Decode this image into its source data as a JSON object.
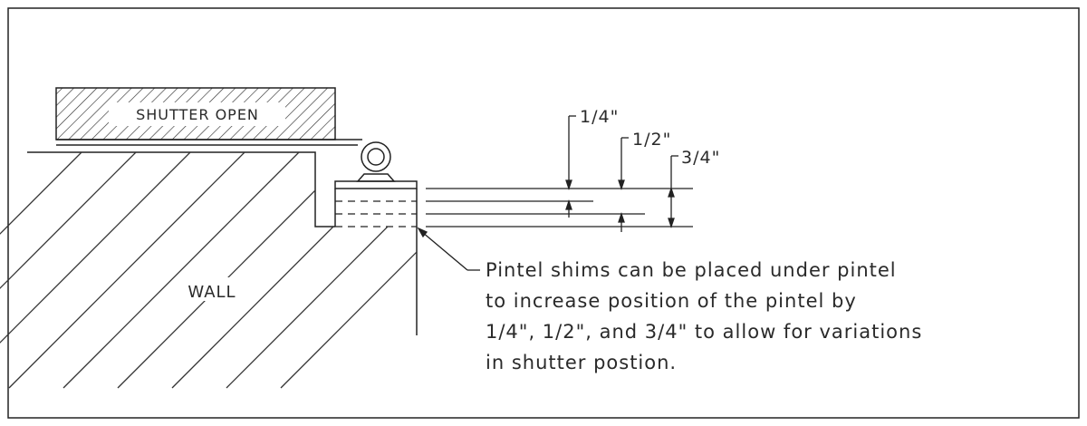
{
  "labels": {
    "shutter": "SHUTTER OPEN",
    "wall": "WALL",
    "dim_quarter": "1/4\"",
    "dim_half": "1/2\"",
    "dim_three_quarter": "3/4\""
  },
  "note": {
    "line1": "Pintel shims can be placed under pintel",
    "line2": "to increase position of the pintel by",
    "line3": "1/4\", 1/2\", and 3/4\" to allow for variations",
    "line4": "in shutter postion."
  },
  "colors": {
    "ink": "#2a2a2a",
    "background": "#ffffff"
  }
}
